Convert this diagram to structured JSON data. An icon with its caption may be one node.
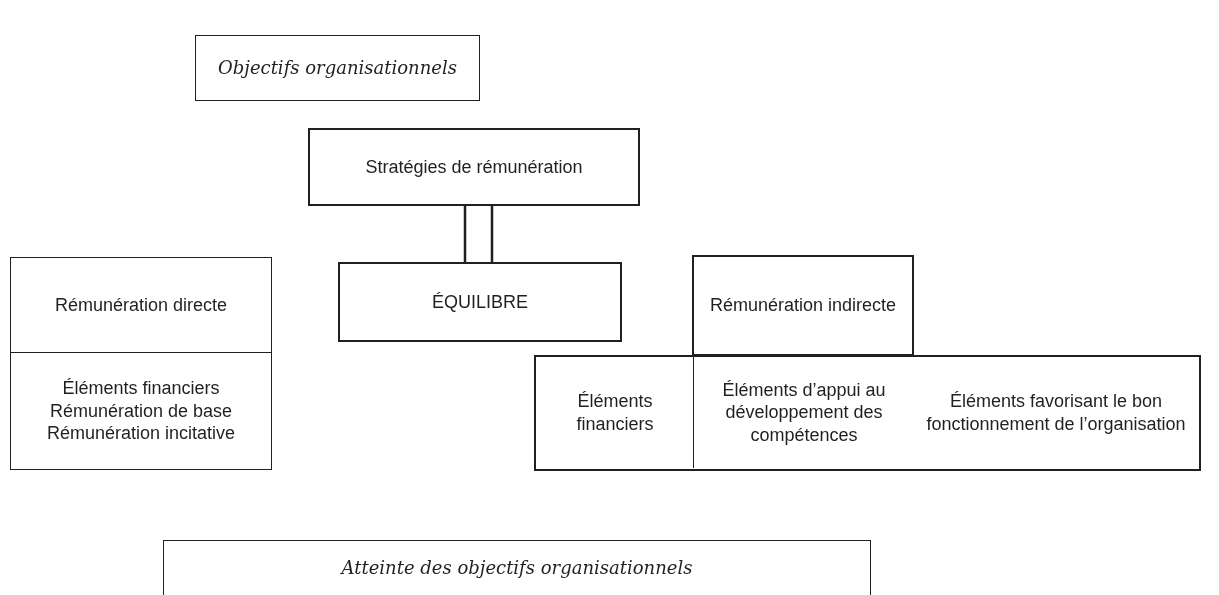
{
  "diagram": {
    "nodes": [
      {
        "text": [
          "Objectifs organisationnels"
        ]
      },
      {
        "text": [
          "Stratégies de rémunération"
        ]
      },
      {
        "text": [
          "ÉQUILIBRE"
        ]
      },
      {
        "text": [
          "Rémunération directe"
        ]
      },
      {
        "text": [
          "Éléments financiers",
          "Rémunération de base",
          "Rémunération incitative"
        ]
      },
      {
        "text": [
          "Rémunération indirecte"
        ]
      },
      {
        "text": [],
        "shape": "box"
      },
      {
        "text": [
          "Éléments financiers"
        ],
        "in": 6
      },
      {
        "text": [
          "Éléments d’appui au développement des compétences"
        ],
        "in": 6
      },
      {
        "text": [
          "Éléments favorisant le bon fonctionnement de l’organisation"
        ],
        "in": 6
      },
      {
        "text": [
          "Atteinte des objectifs organisationnels"
        ]
      }
    ],
    "edges": [
      {
        "from": 1,
        "to": 2,
        "arrow": "none"
      }
    ]
  }
}
